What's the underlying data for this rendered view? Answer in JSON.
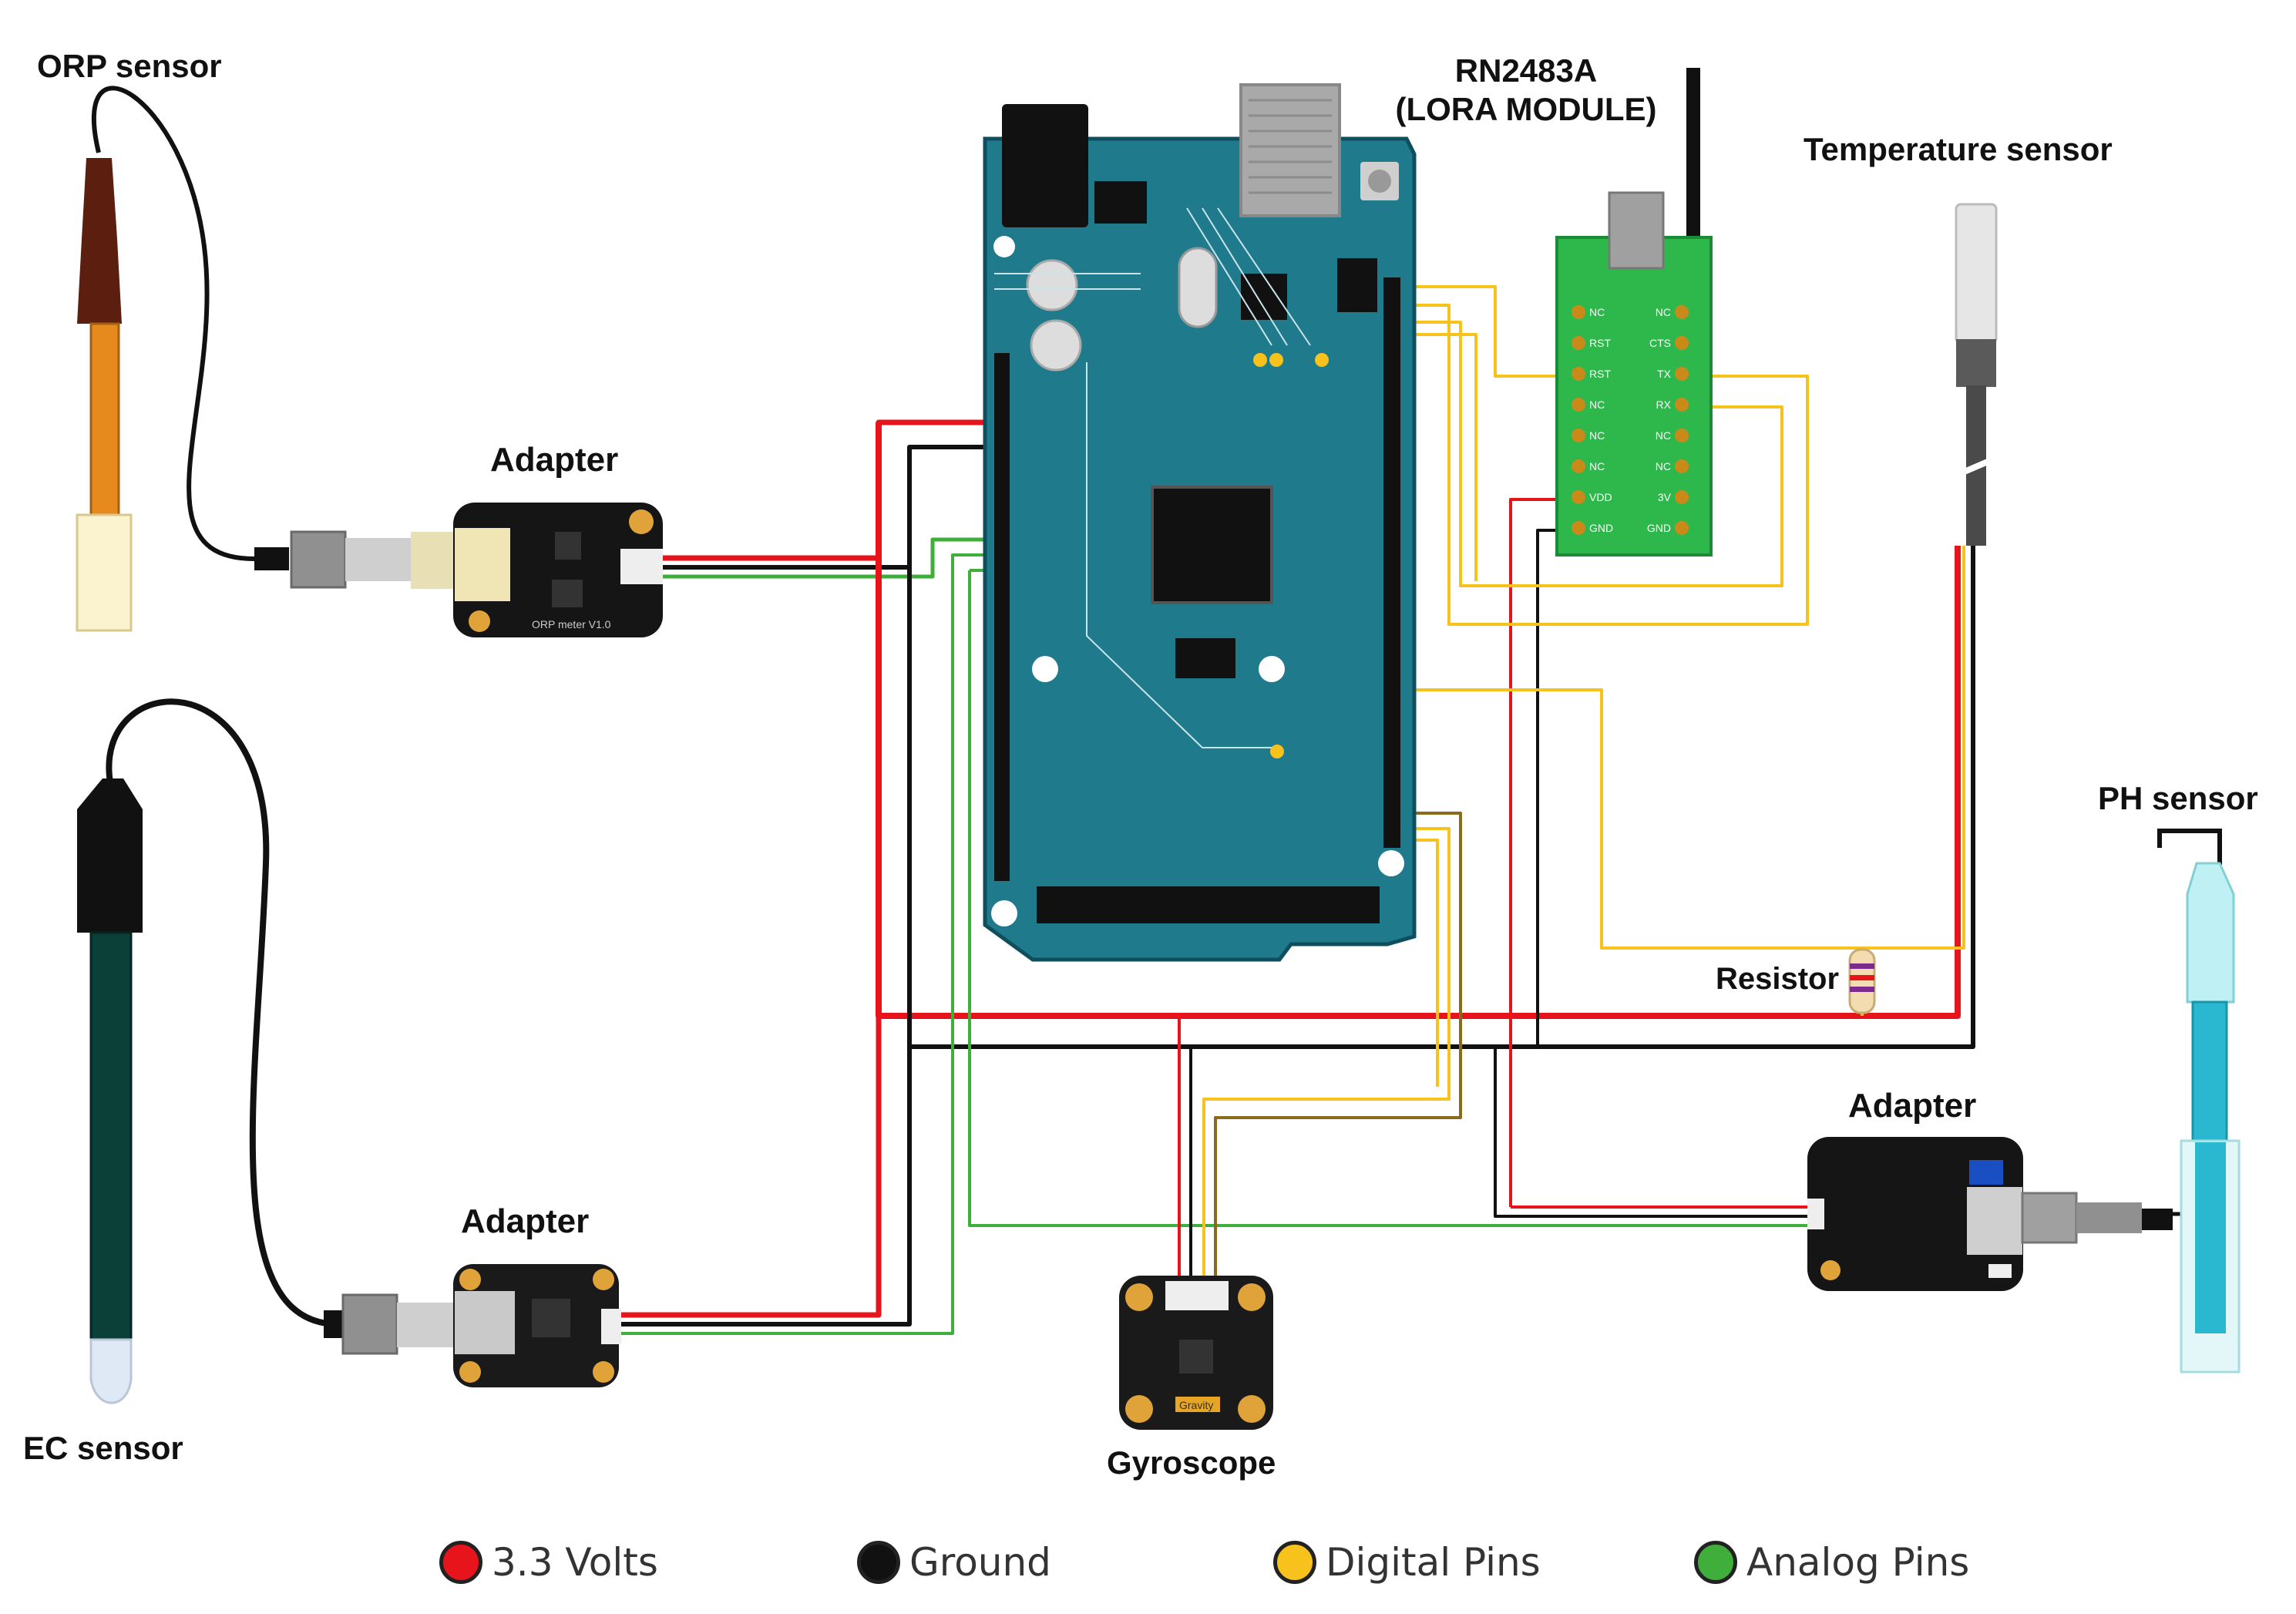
{
  "labels": {
    "orp_sensor": "ORP sensor",
    "ec_sensor": "EC sensor",
    "ph_sensor": "PH sensor",
    "temperature_sensor": "Temperature sensor",
    "lora_line1": "RN2483A",
    "lora_line2": "(LORA MODULE)",
    "adapter_orp": "Adapter",
    "adapter_ec": "Adapter",
    "adapter_ph": "Adapter",
    "resistor": "Resistor",
    "gyroscope": "Gyroscope"
  },
  "silkscreen": {
    "orp_board": "ORP meter V1.0",
    "gyro_board": "Gravity",
    "lora_left_pins": [
      "NC",
      "RST",
      "RST",
      "NC",
      "NC",
      "NC",
      "VDD",
      "GND"
    ],
    "lora_right_pins": [
      "NC",
      "CTS",
      "TX",
      "RX",
      "NC",
      "NC",
      "3V",
      "GND"
    ]
  },
  "legend": [
    {
      "label": "3.3 Volts",
      "color": "#e8141b"
    },
    {
      "label": "Ground",
      "color": "#111111"
    },
    {
      "label": "Digital Pins",
      "color": "#f7c21b"
    },
    {
      "label": "Analog Pins",
      "color": "#3fae3a"
    }
  ],
  "colors": {
    "power": "#e8141b",
    "ground": "#111111",
    "digital": "#f7c21b",
    "analog": "#3fae3a",
    "board": "#1f7a8c",
    "lora_board": "#2eb84b",
    "gyro_wire": "#8a6a1c"
  }
}
